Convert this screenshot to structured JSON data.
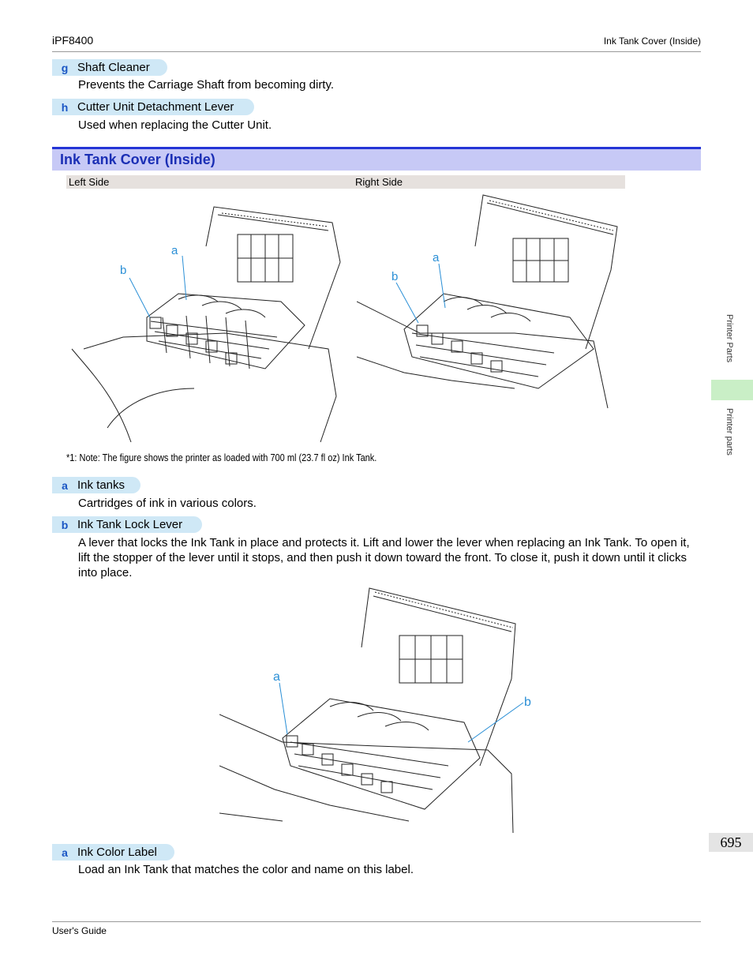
{
  "header": {
    "product": "iPF8400",
    "section": "Ink Tank Cover (Inside)"
  },
  "items_top": [
    {
      "letter": "g",
      "name": "Shaft Cleaner",
      "desc": "Prevents the Carriage Shaft from becoming dirty."
    },
    {
      "letter": "h",
      "name": "Cutter Unit Detachment Lever",
      "desc": "Used when replacing the Cutter Unit."
    }
  ],
  "section_title": "Ink Tank Cover (Inside)",
  "table": {
    "left_label": "Left Side",
    "right_label": "Right Side"
  },
  "figure_labels": {
    "a": "a",
    "b": "b"
  },
  "note": "*1: Note: The figure shows the printer as loaded with 700 ml (23.7 fl oz) Ink Tank.",
  "items_mid": [
    {
      "letter": "a",
      "name": "Ink tanks",
      "desc": "Cartridges of ink in various colors."
    },
    {
      "letter": "b",
      "name": "Ink Tank Lock Lever",
      "desc": "A lever that locks the Ink Tank in place and protects it. Lift and lower the lever when replacing an Ink Tank. To open it, lift the stopper of the lever until it stops, and then push it down toward the front. To close it, push it down until it clicks into place."
    }
  ],
  "items_bottom": [
    {
      "letter": "a",
      "name": "Ink Color Label",
      "desc": "Load an Ink Tank that matches the color and name on this label."
    }
  ],
  "side": {
    "tab_top": "Printer Parts",
    "tab_bottom": "Printer parts"
  },
  "page_number": "695",
  "footer": "User's Guide",
  "colors": {
    "accent": "#1a56c4",
    "section_bg": "#c7c9f6",
    "pill_bg": "#cfe8f6",
    "side_tab": "#c9efc6"
  }
}
